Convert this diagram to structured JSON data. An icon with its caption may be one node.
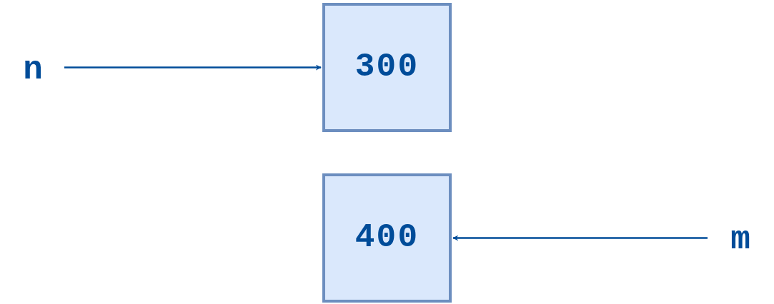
{
  "diagram": {
    "nodes": [
      {
        "text": [
          "n"
        ]
      },
      {
        "text": [
          "300"
        ]
      },
      {
        "text": [
          "400"
        ]
      },
      {
        "text": [
          "m"
        ]
      }
    ],
    "edges": [
      {
        "from": 0,
        "to": 1,
        "arrow": "to"
      },
      {
        "from": 3,
        "to": 2,
        "arrow": "to"
      }
    ]
  }
}
